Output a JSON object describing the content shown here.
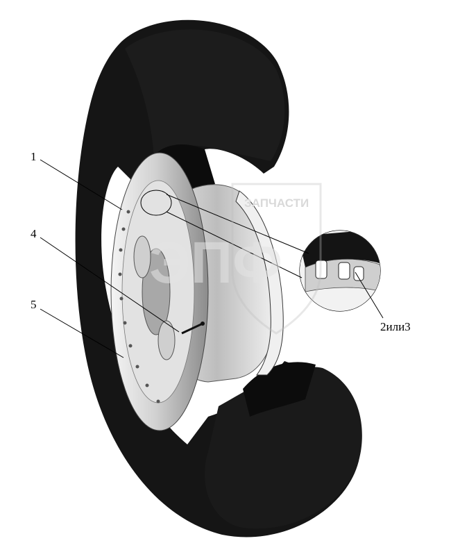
{
  "callouts": {
    "c1": "1",
    "c4": "4",
    "c5": "5",
    "c23": "2или3"
  },
  "watermark": {
    "top_text": "ЗАПЧАСТИ",
    "big_text": "ЭПФ"
  },
  "colors": {
    "tire": "#141414",
    "tire_shade": "#2a2a2a",
    "rim": "#dcdcdc",
    "rim_shadow": "#8a8a8a",
    "leader": "#000000",
    "watermark": "#d9d9d9"
  }
}
